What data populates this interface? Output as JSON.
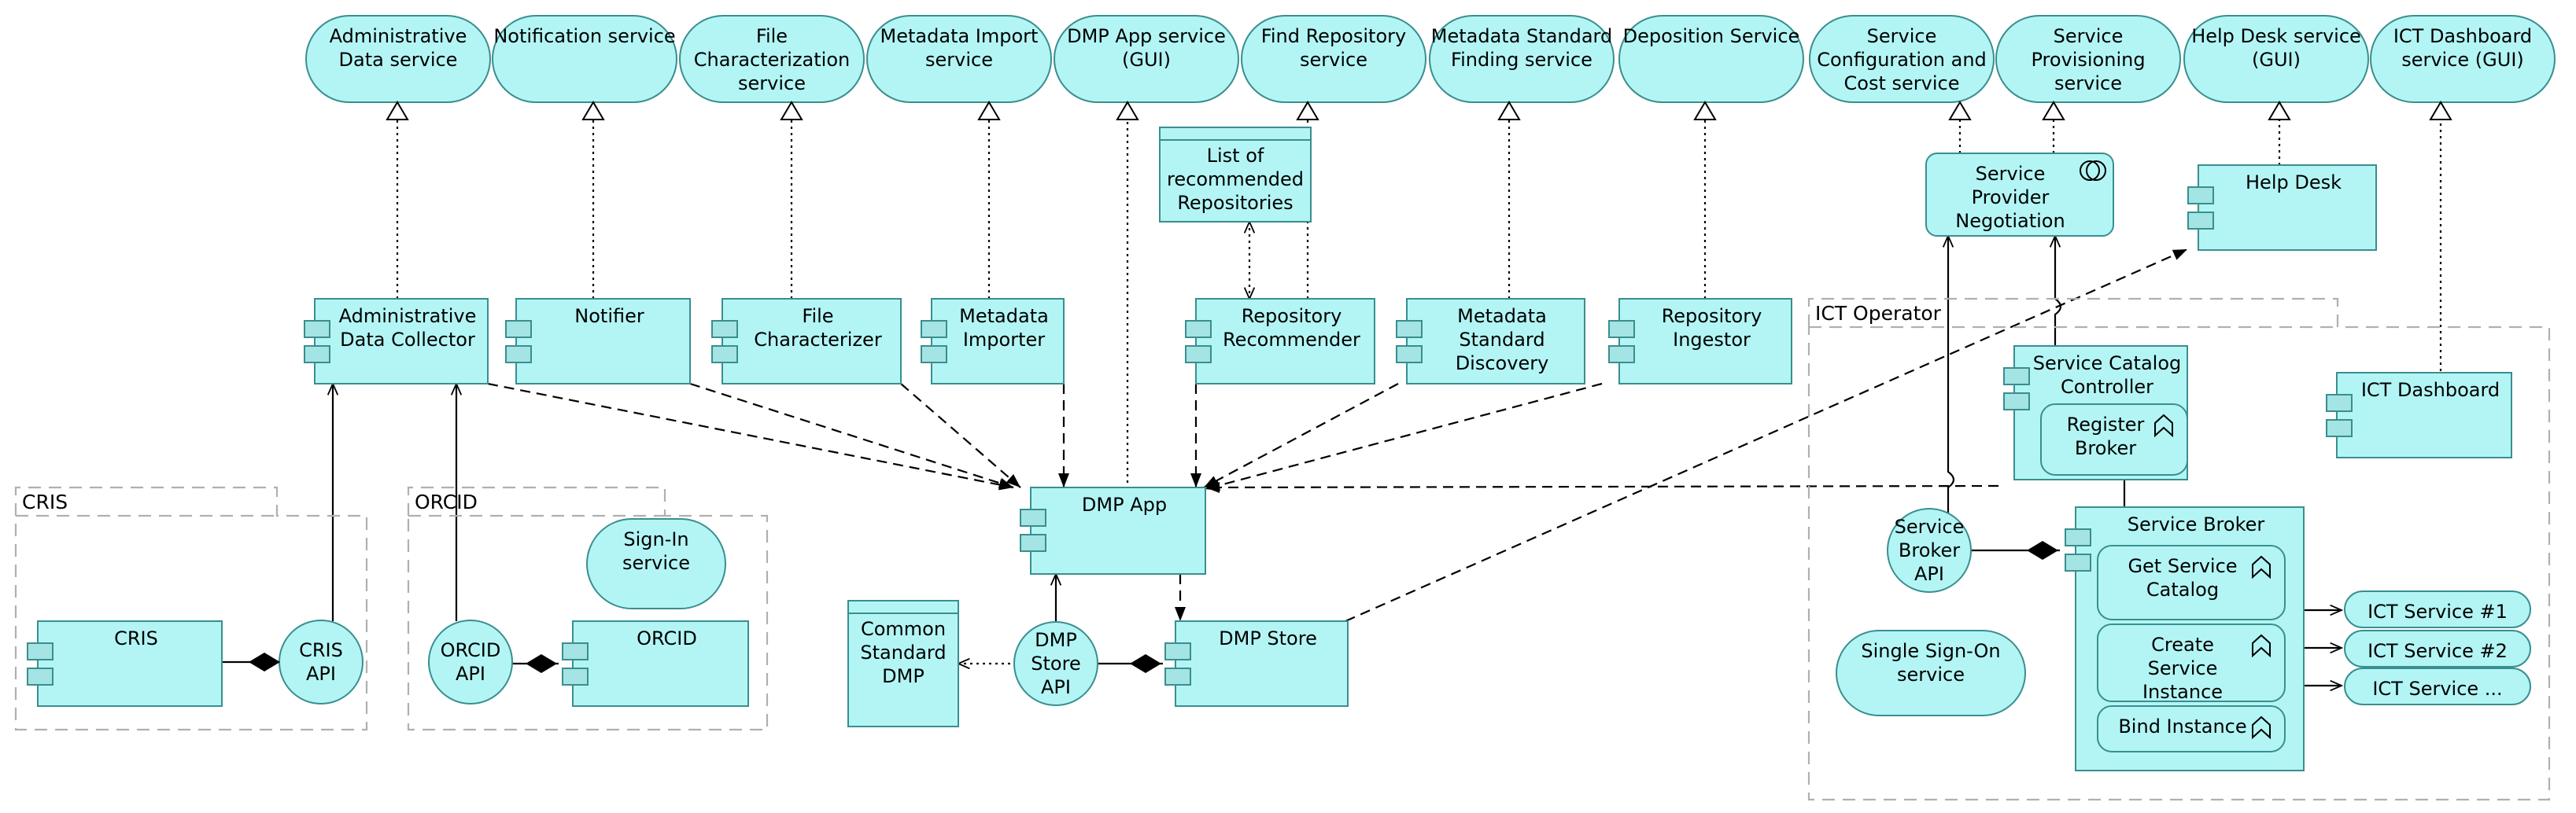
{
  "services": [
    {
      "id": "admin-data-service",
      "lines": [
        "Administrative",
        "Data service"
      ]
    },
    {
      "id": "notification-service",
      "lines": [
        "Notification service"
      ]
    },
    {
      "id": "file-char-service",
      "lines": [
        "File",
        "Characterization",
        "service"
      ]
    },
    {
      "id": "metadata-import-service",
      "lines": [
        "Metadata Import",
        "service"
      ]
    },
    {
      "id": "dmp-app-service",
      "lines": [
        "DMP App service",
        "(GUI)"
      ]
    },
    {
      "id": "find-repository-service",
      "lines": [
        "Find Repository",
        "service"
      ]
    },
    {
      "id": "metadata-standard-finding-service",
      "lines": [
        "Metadata Standard",
        "Finding service"
      ]
    },
    {
      "id": "deposition-service",
      "lines": [
        "Deposition Service"
      ]
    },
    {
      "id": "service-config-cost-service",
      "lines": [
        "Service",
        "Configuration and",
        "Cost service"
      ]
    },
    {
      "id": "service-provisioning-service",
      "lines": [
        "Service",
        "Provisioning",
        "service"
      ]
    },
    {
      "id": "help-desk-service",
      "lines": [
        "Help Desk service",
        "(GUI)"
      ]
    },
    {
      "id": "ict-dashboard-service",
      "lines": [
        "ICT Dashboard",
        "service (GUI)"
      ]
    }
  ],
  "components": [
    {
      "id": "admin-data-collector",
      "lines": [
        "Administrative",
        "Data Collector"
      ]
    },
    {
      "id": "notifier",
      "lines": [
        "Notifier"
      ]
    },
    {
      "id": "file-characterizer",
      "lines": [
        "File",
        "Characterizer"
      ]
    },
    {
      "id": "metadata-importer",
      "lines": [
        "Metadata",
        "Importer"
      ]
    },
    {
      "id": "repository-recommender",
      "lines": [
        "Repository",
        "Recommender"
      ]
    },
    {
      "id": "metadata-standard-discovery",
      "lines": [
        "Metadata",
        "Standard",
        "Discovery"
      ]
    },
    {
      "id": "repository-ingestor",
      "lines": [
        "Repository",
        "Ingestor"
      ]
    },
    {
      "id": "dmp-app",
      "lines": [
        "DMP App"
      ]
    },
    {
      "id": "dmp-store",
      "lines": [
        "DMP Store"
      ]
    },
    {
      "id": "cris",
      "lines": [
        "CRIS"
      ]
    },
    {
      "id": "orcid",
      "lines": [
        "ORCID"
      ]
    },
    {
      "id": "help-desk",
      "lines": [
        "Help Desk"
      ]
    },
    {
      "id": "ict-dashboard",
      "lines": [
        "ICT Dashboard"
      ]
    },
    {
      "id": "service-catalog-controller",
      "lines": [
        "Service Catalog",
        "Controller"
      ]
    },
    {
      "id": "service-broker",
      "lines": [
        "Service Broker"
      ]
    }
  ],
  "interfaces": [
    {
      "id": "cris-api",
      "lines": [
        "CRIS",
        "API"
      ]
    },
    {
      "id": "orcid-api",
      "lines": [
        "ORCID",
        "API"
      ]
    },
    {
      "id": "dmp-store-api",
      "lines": [
        "DMP",
        "Store",
        "API"
      ]
    },
    {
      "id": "service-broker-api",
      "lines": [
        "Service",
        "Broker",
        "API"
      ]
    }
  ],
  "functions": [
    {
      "id": "register-broker",
      "lines": [
        "Register",
        "Broker"
      ]
    },
    {
      "id": "get-service-catalog",
      "lines": [
        "Get Service",
        "Catalog"
      ]
    },
    {
      "id": "create-service-instance",
      "lines": [
        "Create",
        "Service",
        "Instance"
      ]
    },
    {
      "id": "bind-instance",
      "lines": [
        "Bind Instance"
      ]
    }
  ],
  "other_services": [
    {
      "id": "sign-in-service",
      "lines": [
        "Sign-In",
        "service"
      ]
    },
    {
      "id": "single-sign-on-service",
      "lines": [
        "Single Sign-On",
        "service"
      ]
    },
    {
      "id": "ict-service-1",
      "lines": [
        "ICT Service #1"
      ]
    },
    {
      "id": "ict-service-2",
      "lines": [
        "ICT Service #2"
      ]
    },
    {
      "id": "ict-service-n",
      "lines": [
        "ICT Service ..."
      ]
    }
  ],
  "data_objects": [
    {
      "id": "recommended-repositories",
      "lines": [
        "List of",
        "recommended",
        "Repositories"
      ]
    },
    {
      "id": "common-standard-dmp",
      "lines": [
        "Common",
        "Standard",
        "DMP"
      ]
    }
  ],
  "collaboration": [
    {
      "id": "service-provider-negotiation",
      "lines": [
        "Service",
        "Provider",
        "Negotiation"
      ]
    }
  ],
  "groups": [
    {
      "id": "cris-group",
      "label": "CRIS"
    },
    {
      "id": "orcid-group",
      "label": "ORCID"
    },
    {
      "id": "ict-operator-group",
      "label": "ICT Operator"
    }
  ],
  "colors": {
    "fill": "#b3f5f5",
    "icon": "#a4e4e4",
    "stroke": "#3a8e8e",
    "group": "#b0b0b0",
    "line": "#000000"
  }
}
